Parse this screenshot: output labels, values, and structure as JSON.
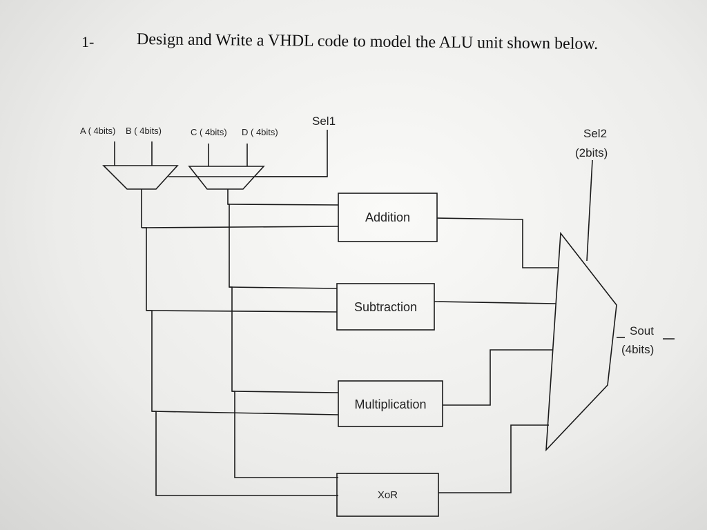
{
  "question": {
    "number": "1-",
    "text": "Design and Write a VHDL code to model the ALU unit shown below."
  },
  "inputs": {
    "a": "A ( 4bits)",
    "b": "B ( 4bits)",
    "c": "C ( 4bits)",
    "d": "D ( 4bits)"
  },
  "selects": {
    "sel1": "Sel1",
    "sel2": "Sel2",
    "sel2_width": "(2bits)"
  },
  "blocks": {
    "addition": "Addition",
    "subtraction": "Subtraction",
    "multiplication": "Multiplication",
    "xor": "XoR"
  },
  "output": {
    "name": "Sout",
    "width": "(4bits)"
  }
}
